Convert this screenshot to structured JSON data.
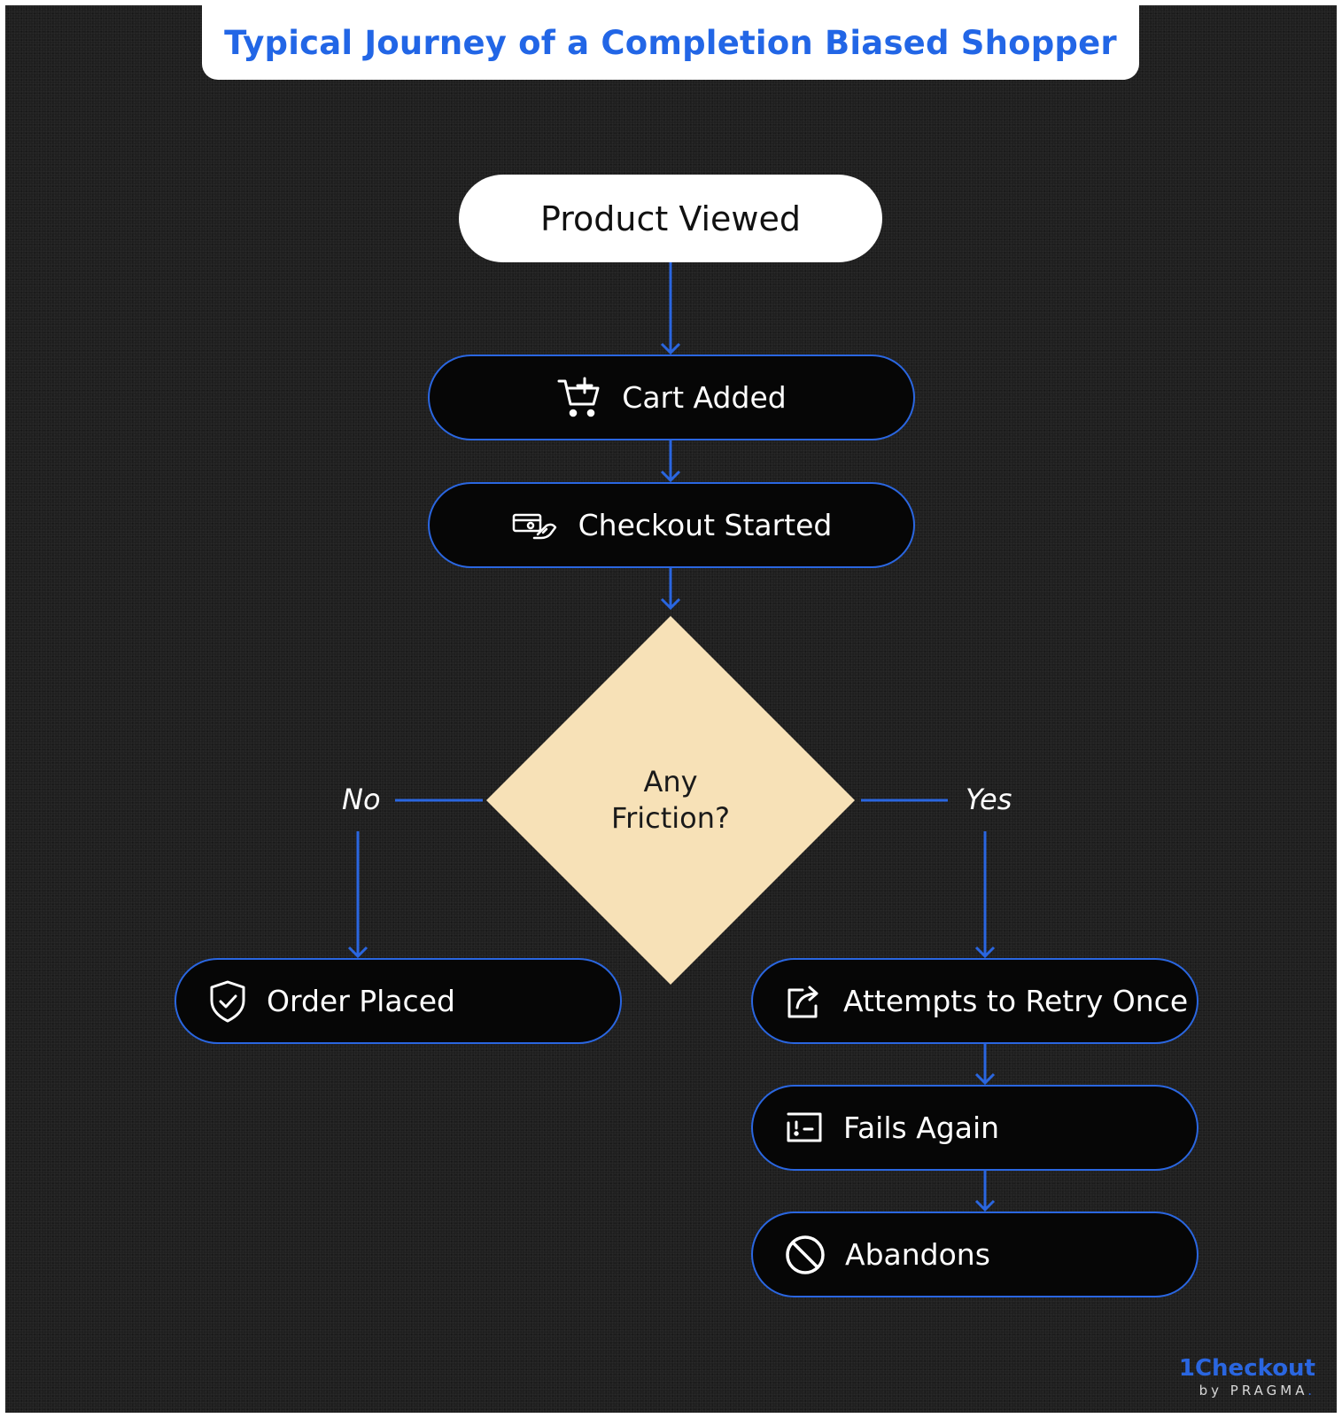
{
  "title": "Typical Journey of a Completion Biased Shopper",
  "nodes": {
    "start": "Product Viewed",
    "cart": "Cart Added",
    "checkout": "Checkout Started",
    "decision": [
      "Any",
      "Friction?"
    ],
    "order": "Order Placed",
    "retry": "Attempts to Retry Once",
    "fails": "Fails Again",
    "abandons": "Abandons"
  },
  "branches": {
    "no": "No",
    "yes": "Yes"
  },
  "icons": {
    "cart": "cart-plus-icon",
    "checkout": "card-payment-icon",
    "order": "shield-check-icon",
    "retry": "share-arrow-icon",
    "fails": "alert-message-icon",
    "abandons": "prohibited-icon"
  },
  "brand": {
    "name": "1Checkout",
    "sub": "by PRAGMA",
    "dot": "."
  },
  "colors": {
    "accent": "#2a66e0",
    "title": "#2266e6",
    "background": "#1f1f1f",
    "diamond": "#f7e1b7",
    "node_fill": "#060606"
  }
}
